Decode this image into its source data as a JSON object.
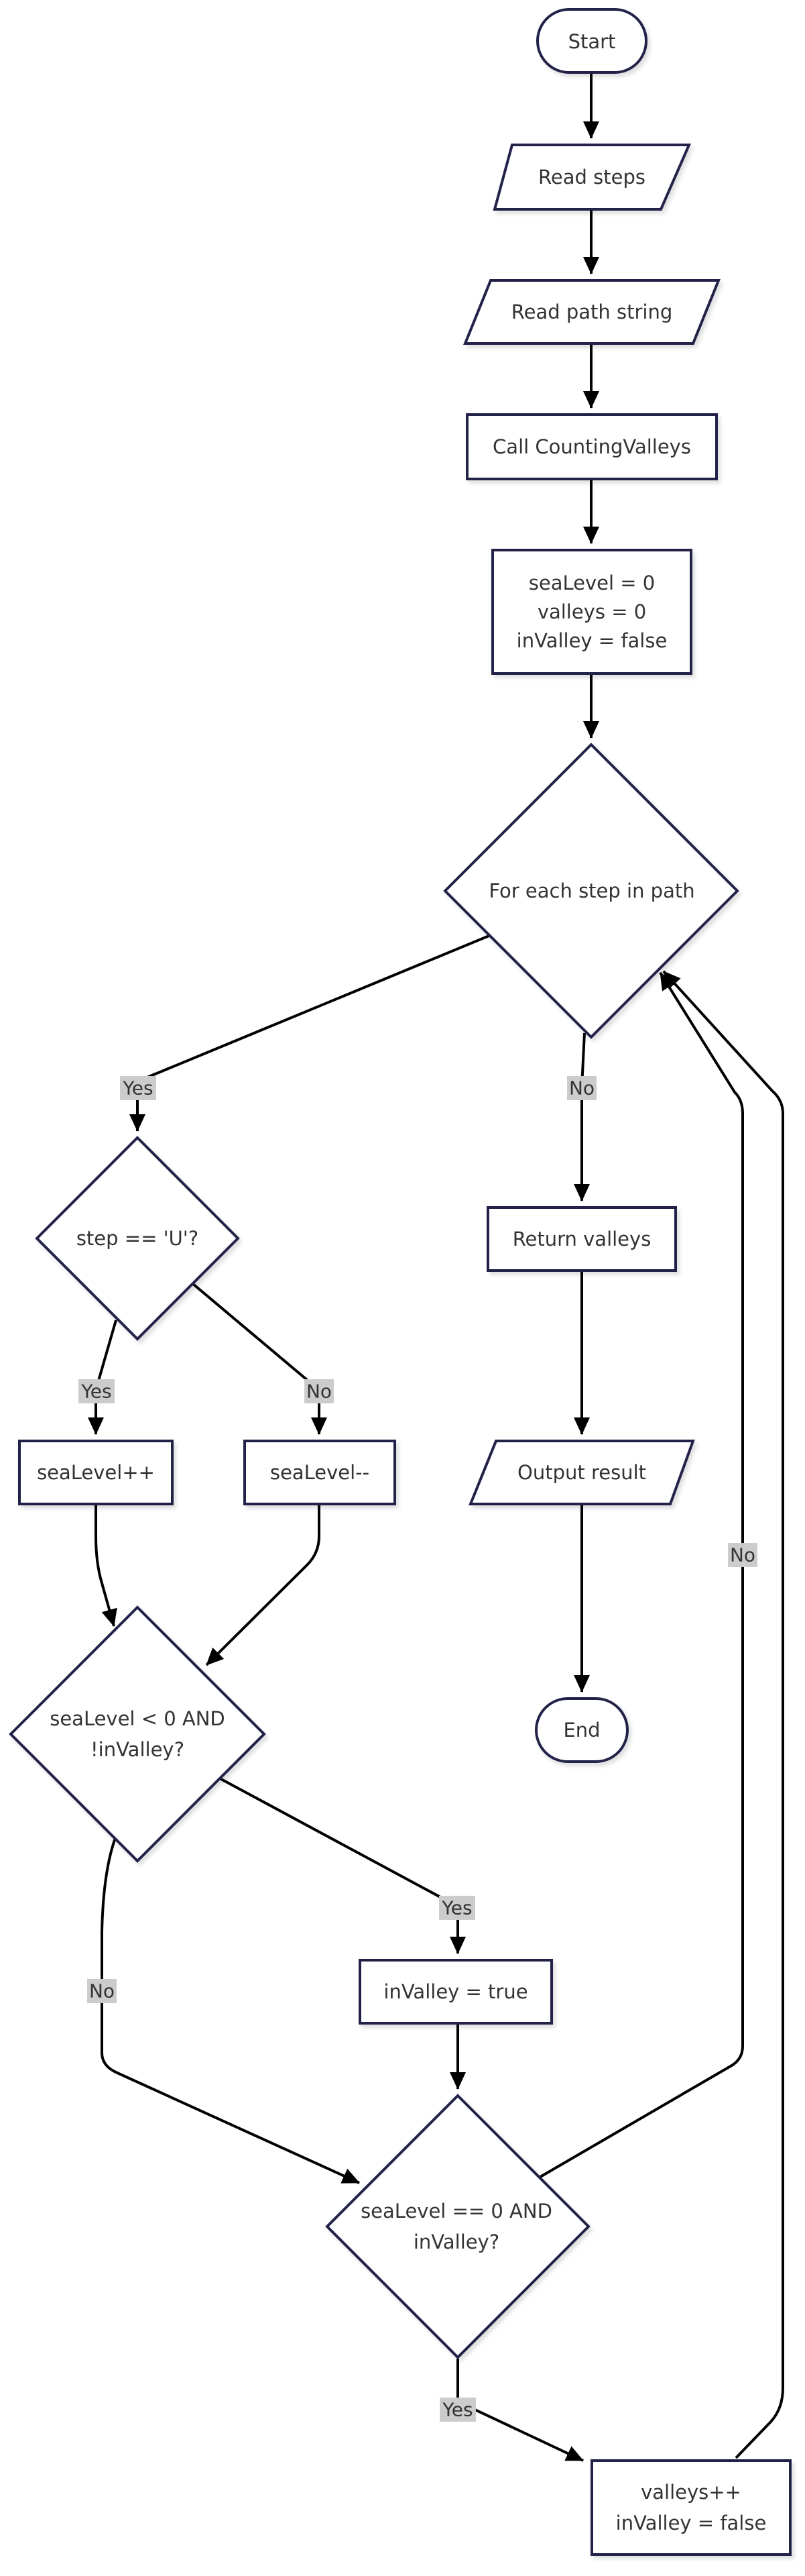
{
  "nodes": {
    "start": {
      "lines": [
        "Start"
      ]
    },
    "read_steps": {
      "lines": [
        "Read steps"
      ]
    },
    "read_path": {
      "lines": [
        "Read path string"
      ]
    },
    "call_cv": {
      "lines": [
        "Call CountingValleys"
      ]
    },
    "init": {
      "lines": [
        "seaLevel = 0",
        "valleys = 0",
        "inValley = false"
      ]
    },
    "loop": {
      "lines": [
        "For each step in path"
      ]
    },
    "step_u": {
      "lines": [
        "step == 'U'?"
      ]
    },
    "sea_inc": {
      "lines": [
        "seaLevel++"
      ]
    },
    "sea_dec": {
      "lines": [
        "seaLevel--"
      ]
    },
    "check_below": {
      "lines": [
        "seaLevel < 0 AND",
        "!inValley?"
      ]
    },
    "set_in_valley": {
      "lines": [
        "inValley = true"
      ]
    },
    "check_surface": {
      "lines": [
        "seaLevel == 0 AND",
        "inValley?"
      ]
    },
    "count_valley": {
      "lines": [
        "valleys++",
        "inValley = false"
      ]
    },
    "return_valleys": {
      "lines": [
        "Return valleys"
      ]
    },
    "output": {
      "lines": [
        "Output result"
      ]
    },
    "end": {
      "lines": [
        "End"
      ]
    }
  },
  "edges": {
    "loop_yes": "Yes",
    "loop_no": "No",
    "step_yes": "Yes",
    "step_no": "No",
    "below_yes": "Yes",
    "below_no": "No",
    "surface_yes": "Yes",
    "surface_no": "No"
  },
  "colors": {
    "node_fill": "#ffffff",
    "node_stroke": "#23234a",
    "edge": "#000000",
    "label_bg": "#cccccc",
    "text": "#333333"
  }
}
